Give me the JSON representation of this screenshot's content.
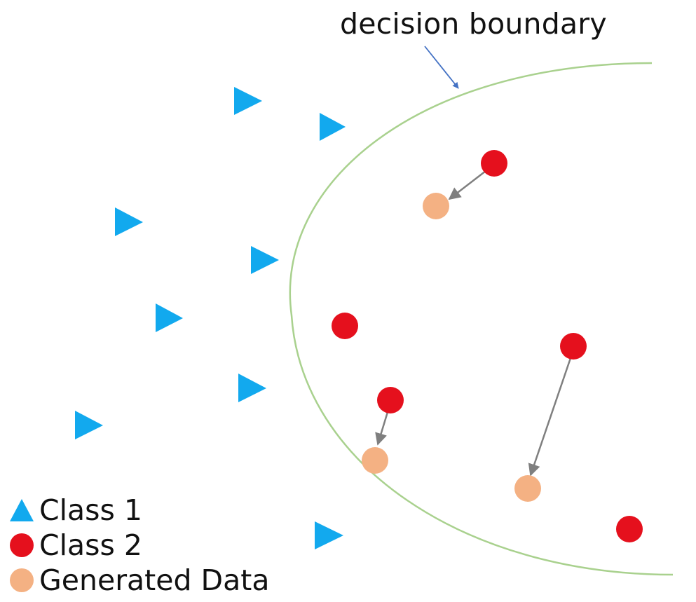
{
  "annotation": {
    "text": "decision boundary"
  },
  "legend": {
    "items": [
      {
        "label": "Class 1",
        "shape": "triangle",
        "color": "#12a9ee"
      },
      {
        "label": "Class 2",
        "shape": "circle",
        "color": "#e5101d"
      },
      {
        "label": "Generated Data",
        "shape": "circle",
        "color": "#f4b183"
      }
    ]
  },
  "colors": {
    "class1": "#12a9ee",
    "class2": "#e5101d",
    "generated": "#f4b183",
    "boundary": "#a9d18e",
    "annotation_arrow": "#4472c4",
    "generation_arrow": "#7f7f7f"
  }
}
